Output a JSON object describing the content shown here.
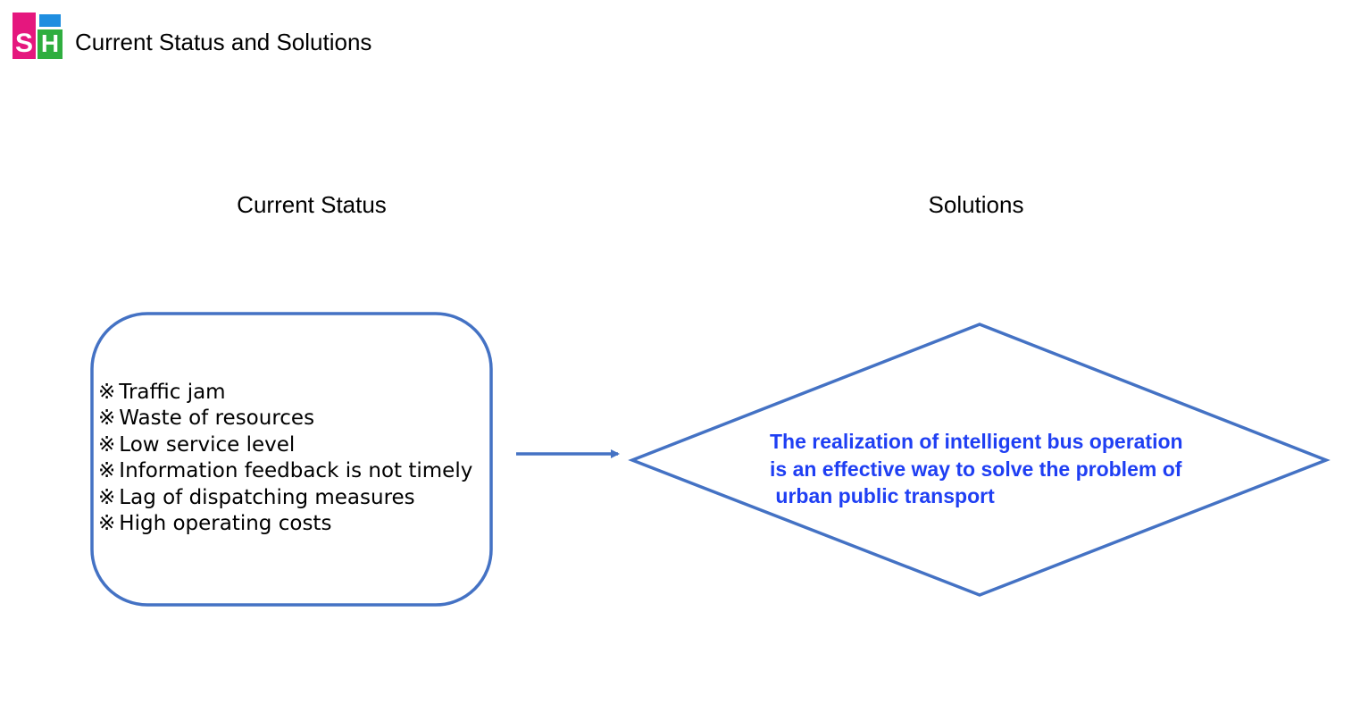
{
  "header": {
    "logo_text": "SH",
    "title": "Current Status and Solutions"
  },
  "columns": {
    "left_heading": "Current Status",
    "right_heading": "Solutions"
  },
  "current_status": {
    "bullet": "※",
    "items": [
      "Traffic jam",
      "Waste of resources",
      "Low service level",
      "Information feedback is not timely",
      "Lag of dispatching measures",
      "High operating costs"
    ]
  },
  "solution": {
    "lines": [
      "The realization of intelligent bus operation",
      "is an effective way to solve the problem of",
      " urban public transport"
    ]
  },
  "colors": {
    "shape_stroke": "#4472c4",
    "solution_text": "#1f3ff3",
    "logo_magenta": "#e5177e",
    "logo_blue": "#1f8ee0",
    "logo_green": "#2fae3f"
  }
}
